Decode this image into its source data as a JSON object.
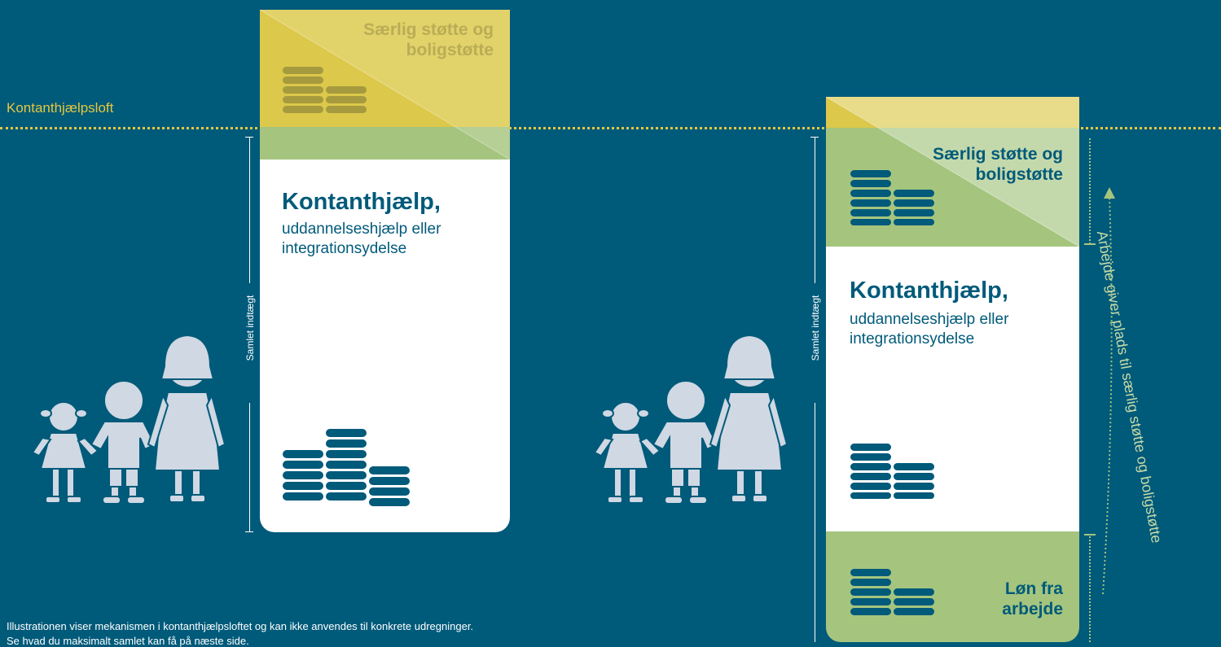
{
  "ceiling_label": "Kontanthjælpsloft",
  "left_column": {
    "top_label": "Særlig støtte og boligstøtte",
    "main_title": "Kontanthjælp,",
    "main_subtitle": "uddannelseshjælp eller integrationsydelse",
    "income_label": "Samlet indtægt"
  },
  "right_column": {
    "top_label": "Særlig støtte og boligstøtte",
    "main_title": "Kontanthjælp,",
    "main_subtitle": "uddannelseshjælp eller integrationsydelse",
    "bottom_label": "Løn fra arbejde",
    "income_label": "Samlet indtægt"
  },
  "arrow_label": "Arbejde giver plads til særlig støtte og boligstøtte",
  "footnote": {
    "line1": "Illustrationen viser mekanismen i kontanthjælpsloftet og kan ikke anvendes til konkrete udregninger.",
    "line2": "Se hvad du maksimalt samlet kan få på næste side."
  },
  "colors": {
    "background": "#005a7a",
    "ceiling": "#e3c83f",
    "yellow_fill": "#dcc84a",
    "green_fill": "#a5c57e",
    "light_green": "#c4daa7",
    "coins": "#005a7a",
    "figures": "#cfd8e3"
  }
}
